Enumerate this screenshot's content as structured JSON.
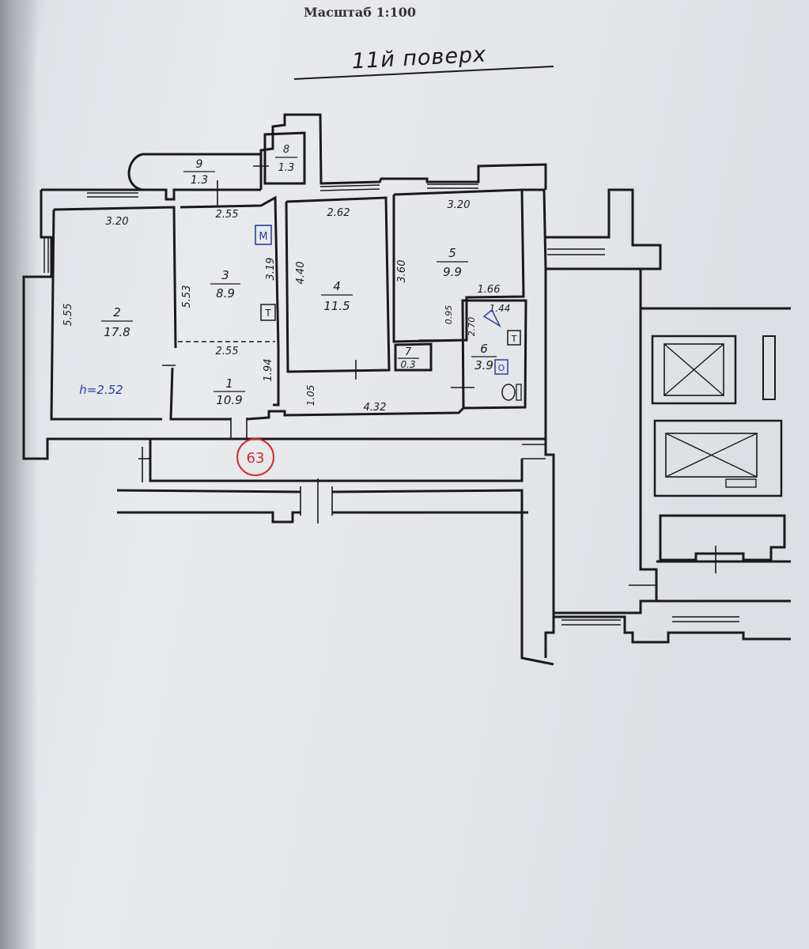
{
  "header": {
    "scale": "Масштаб 1:100",
    "floor": "11й поверх"
  },
  "rooms": [
    {
      "number": "2",
      "area": "17.8"
    },
    {
      "number": "3",
      "area": "8.9"
    },
    {
      "number": "4",
      "area": "11.5"
    },
    {
      "number": "5",
      "area": "9.9"
    },
    {
      "number": "1",
      "area": "10.9"
    },
    {
      "number": "6",
      "area": "3.9"
    },
    {
      "number": "7",
      "area": "0.3"
    },
    {
      "number": "8",
      "area": "1.3"
    },
    {
      "number": "9",
      "area": "1.3"
    }
  ],
  "dimensions": {
    "r2_top": "3.20",
    "r2_side": "5.55",
    "r3_top": "2.55",
    "r3_left": "5.53",
    "r3_right": "3.19",
    "r3_bottom": "2.55",
    "r1_side": "1.94",
    "r4_top": "2.62",
    "r4_side": "4.40",
    "r5_top": "3.20",
    "r5_side": "3.60",
    "r5_bottom": "1.66",
    "r6_small": "0.95",
    "r6_side": "2.70",
    "r6_top": "1.44",
    "corr_side": "1.05",
    "corr_len": "4.32"
  },
  "ceiling_height": "h=2.52",
  "apartment_number": "63",
  "symbols": {
    "t_mark": "Т",
    "m_mark": "М",
    "o_mark": "О"
  },
  "colors": {
    "ink": "#1a1a1a",
    "blue_ink": "#2c3f9a",
    "red_stamp": "#d42a2a",
    "paper": "#e6e8ec"
  }
}
